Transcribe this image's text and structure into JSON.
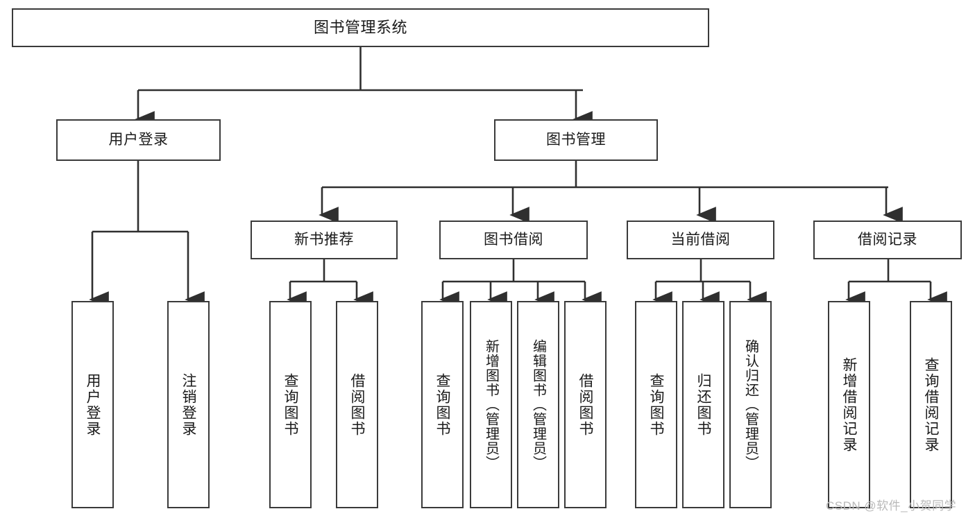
{
  "diagram": {
    "title": "图书管理系统",
    "watermark": "CSDN @软件_小贺同学",
    "colors": {
      "box_border": "#3a3a3a",
      "connector": "#2f2f2f",
      "background": "#ffffff",
      "text": "#1a1a1a",
      "watermark": "#b9b9b9"
    },
    "root": {
      "label": "图书管理系统"
    },
    "tier1": [
      {
        "label": "用户登录"
      },
      {
        "label": "图书管理"
      }
    ],
    "tier2": [
      {
        "label": "新书推荐"
      },
      {
        "label": "图书借阅"
      },
      {
        "label": "当前借阅"
      },
      {
        "label": "借阅记录"
      }
    ],
    "leaves": {
      "user_login": [
        {
          "label": "用户登录"
        },
        {
          "label": "注销登录"
        }
      ],
      "new_book_recommend": [
        {
          "label": "查询图书"
        },
        {
          "label": "借阅图书"
        }
      ],
      "book_borrow": [
        {
          "label": "查询图书"
        },
        {
          "label": "新增图书（管理员）"
        },
        {
          "label": "编辑图书（管理员）"
        },
        {
          "label": "借阅图书"
        }
      ],
      "current_borrow": [
        {
          "label": "查询图书"
        },
        {
          "label": "归还图书"
        },
        {
          "label": "确认归还（管理员）"
        }
      ],
      "borrow_record": [
        {
          "label": "新增借阅记录"
        },
        {
          "label": "查询借阅记录"
        }
      ]
    }
  }
}
